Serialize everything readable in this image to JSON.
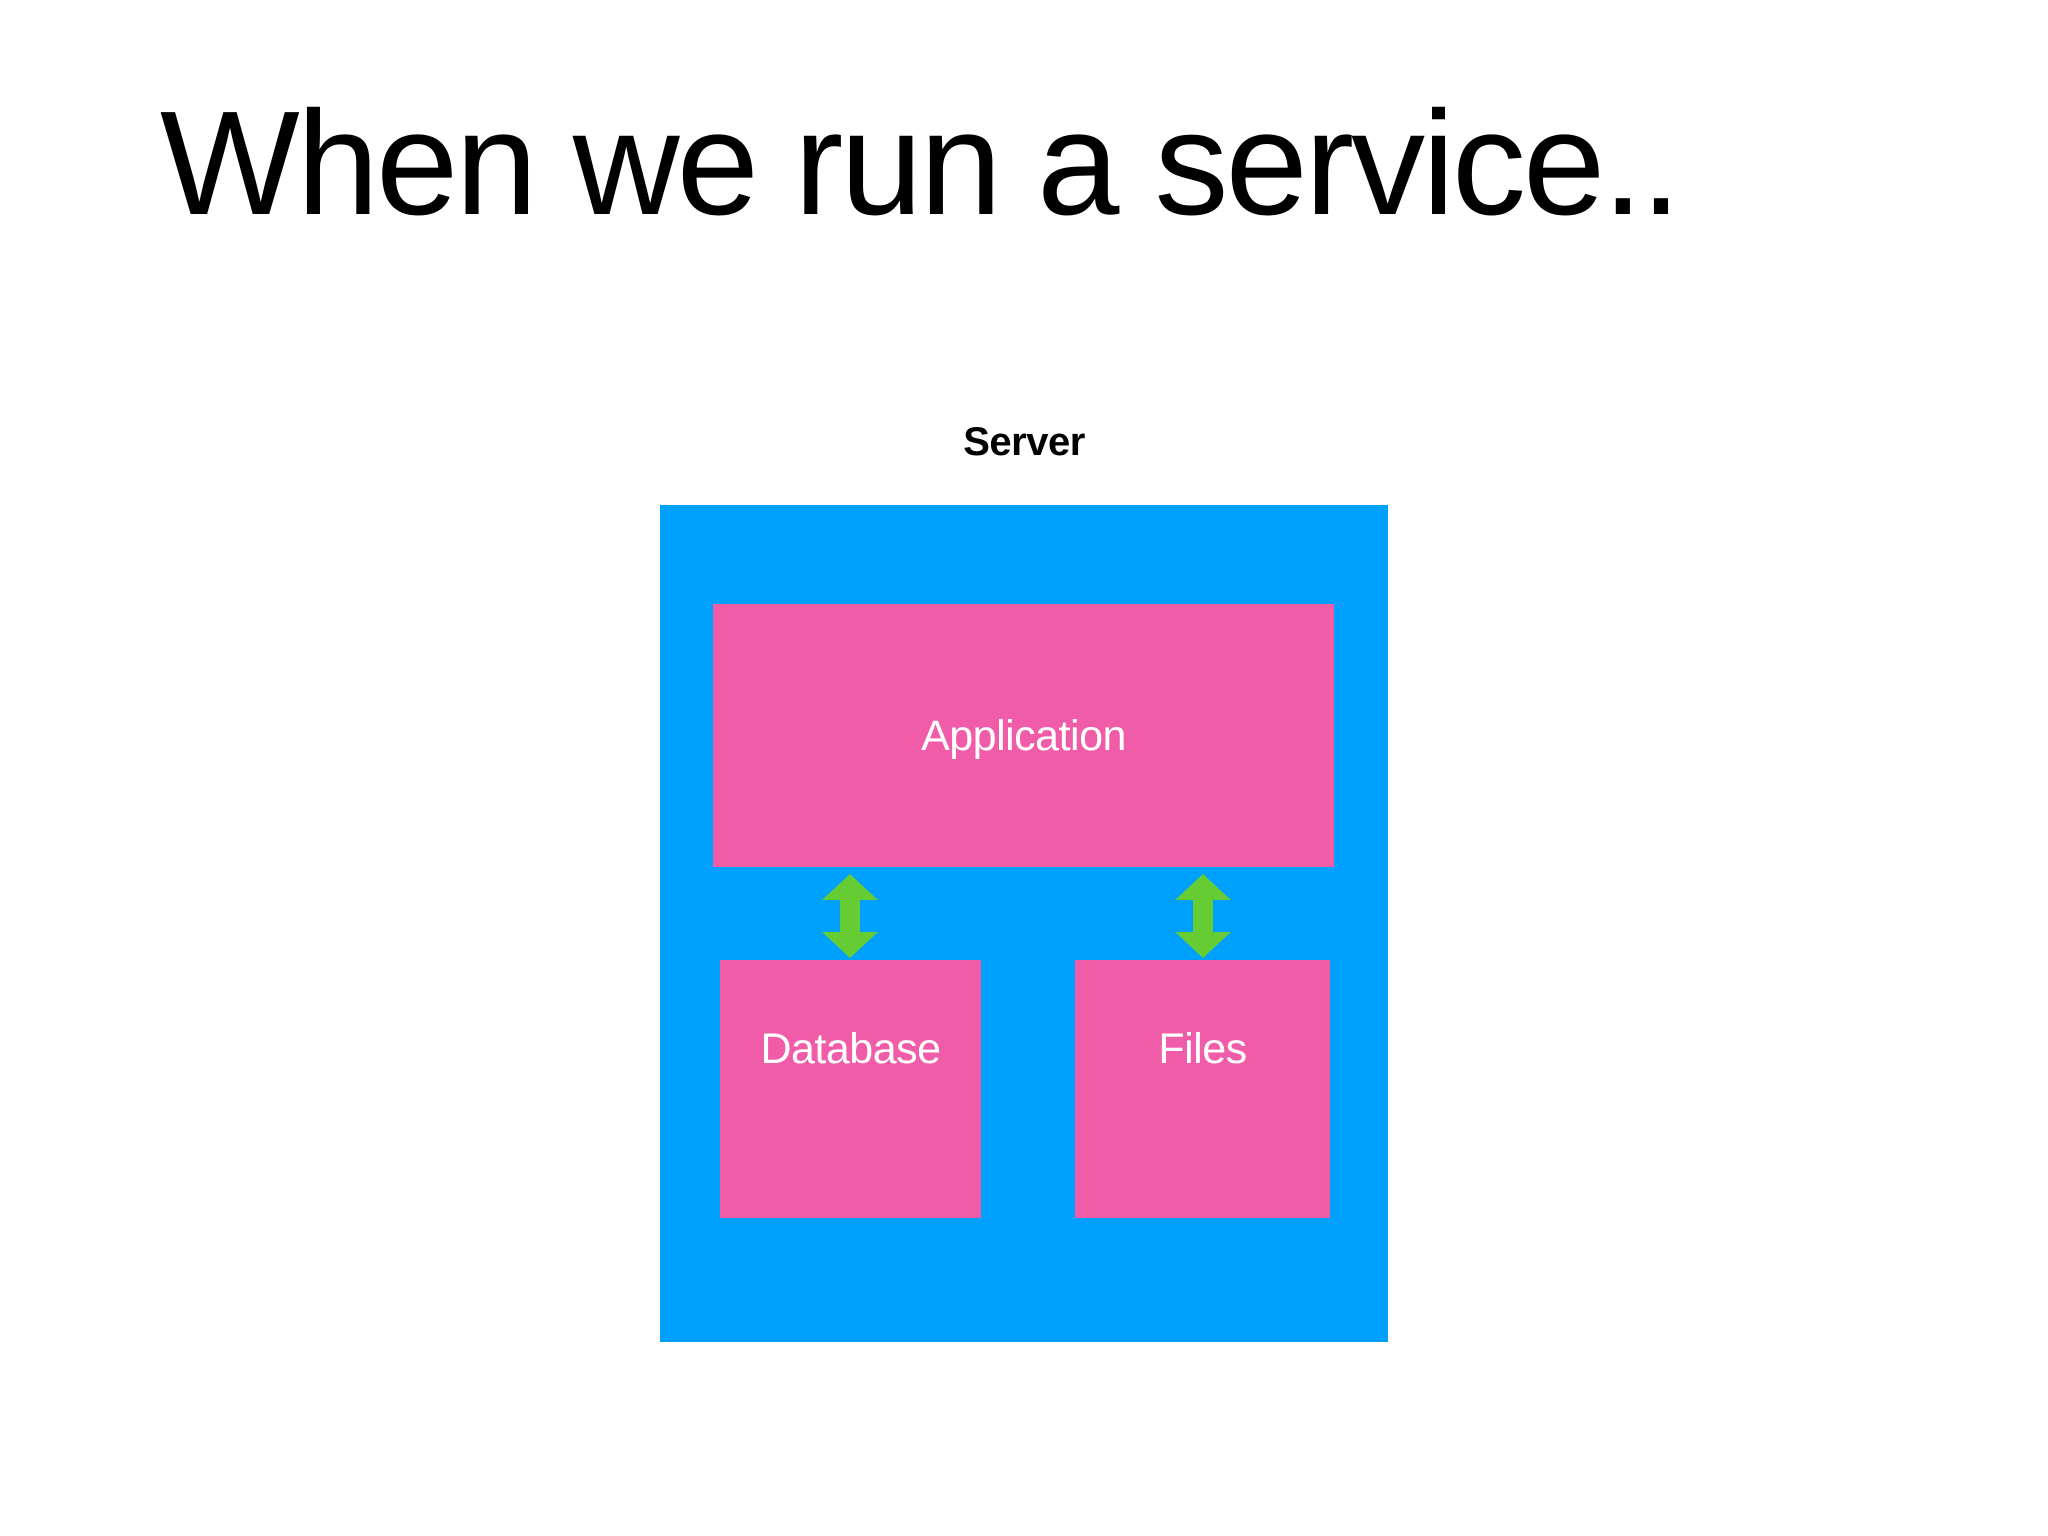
{
  "slide": {
    "title": "When we run a service..",
    "background_color": "#FFFFFF",
    "title_color": "#000000"
  },
  "diagram": {
    "type": "block-diagram",
    "container": {
      "label": "Server",
      "label_color": "#000000",
      "fill_color": "#00A0FF"
    },
    "nodes": [
      {
        "id": "application",
        "label": "Application",
        "fill_color": "#F05CA8",
        "text_color": "#FFFFFF"
      },
      {
        "id": "database",
        "label": "Database",
        "fill_color": "#F05CA8",
        "text_color": "#FFFFFF"
      },
      {
        "id": "files",
        "label": "Files",
        "fill_color": "#F05CA8",
        "text_color": "#FFFFFF"
      }
    ],
    "connectors": [
      {
        "id": "application-database",
        "from": "application",
        "to": "database",
        "style": "double-headed-vertical-arrow",
        "color": "#66CC33"
      },
      {
        "id": "application-files",
        "from": "application",
        "to": "files",
        "style": "double-headed-vertical-arrow",
        "color": "#66CC33"
      }
    ]
  },
  "icons": {
    "double_arrow": "double-arrow-vertical-icon"
  }
}
